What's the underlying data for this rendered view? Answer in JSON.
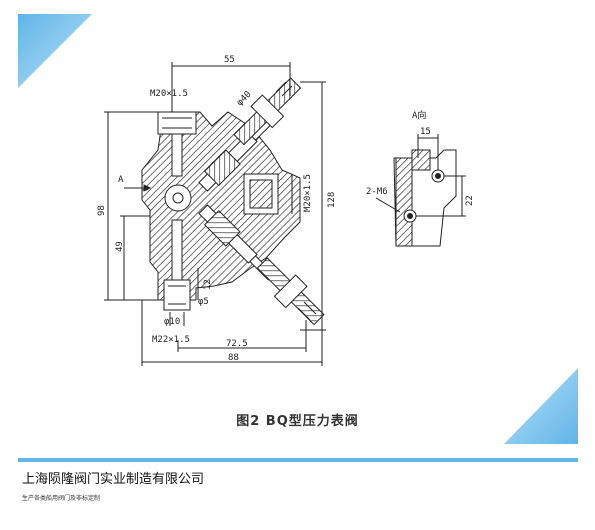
{
  "figure": {
    "caption": "图2  BQ型压力表阀",
    "view_label": "A向",
    "labels": {
      "dim_55": "55",
      "thread_top": "M20×1.5",
      "dia_40": "φ40",
      "marker_a": "A",
      "dim_98": "98",
      "dim_49": "49",
      "thread_mid": "M20×1.5",
      "dim_128": "128",
      "dim_12": "12",
      "dia_5": "φ5",
      "dia_10": "φ10",
      "thread_bottom": "M22×1.5",
      "dim_72_5": "72.5",
      "dim_88": "88",
      "dim_15": "15",
      "thread_m6": "2-M6",
      "dim_22": "22"
    }
  },
  "footer": {
    "company": "上海陨隆阀门实业制造有限公司",
    "slogan": "生产各类船用阀门及非标定制"
  },
  "colors": {
    "accent": "#5fb4e8",
    "line": "#222222"
  }
}
